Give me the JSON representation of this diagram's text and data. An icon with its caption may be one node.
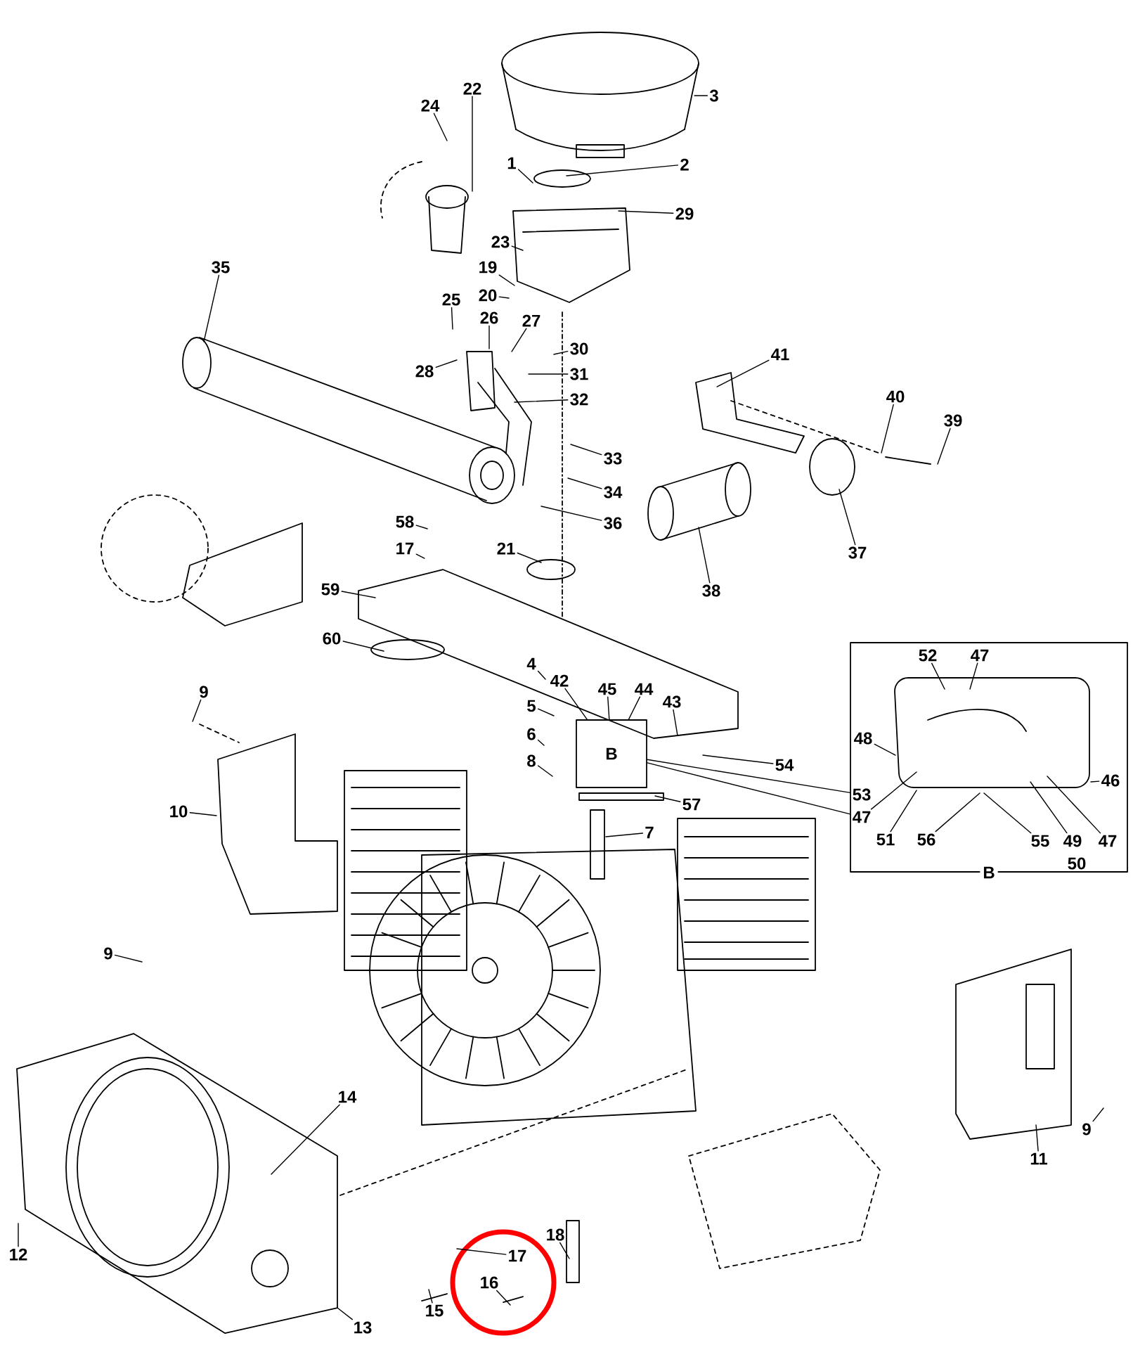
{
  "diagram": {
    "nodes": [
      {
        "text": [
          "3"
        ]
      },
      {
        "text": [
          "22"
        ]
      },
      {
        "text": [
          "24"
        ]
      },
      {
        "text": [
          "1"
        ]
      },
      {
        "text": [
          "2"
        ]
      },
      {
        "text": [
          "29"
        ]
      },
      {
        "text": [
          "23"
        ]
      },
      {
        "text": [
          "19"
        ]
      },
      {
        "text": [
          "35"
        ]
      },
      {
        "text": [
          "20"
        ]
      },
      {
        "text": [
          "25"
        ]
      },
      {
        "text": [
          "26"
        ]
      },
      {
        "text": [
          "27"
        ]
      },
      {
        "text": [
          "30"
        ]
      },
      {
        "text": [
          "41"
        ]
      },
      {
        "text": [
          "28"
        ]
      },
      {
        "text": [
          "31"
        ]
      },
      {
        "text": [
          "32"
        ]
      },
      {
        "text": [
          "40"
        ]
      },
      {
        "text": [
          "39"
        ]
      },
      {
        "text": [
          "33"
        ]
      },
      {
        "text": [
          "34"
        ]
      },
      {
        "text": [
          "36"
        ]
      },
      {
        "text": [
          "58"
        ]
      },
      {
        "text": [
          "21"
        ]
      },
      {
        "text": [
          "17"
        ]
      },
      {
        "text": [
          "37"
        ]
      },
      {
        "text": [
          "38"
        ]
      },
      {
        "text": [
          "59"
        ]
      },
      {
        "text": [
          "60"
        ]
      },
      {
        "text": [
          "B"
        ]
      },
      {
        "text": [
          "52"
        ],
        "in": 30
      },
      {
        "text": [
          "47"
        ],
        "in": 30
      },
      {
        "text": [
          "4"
        ]
      },
      {
        "text": [
          "42"
        ]
      },
      {
        "text": [
          "45"
        ]
      },
      {
        "text": [
          "44"
        ]
      },
      {
        "text": [
          "9"
        ]
      },
      {
        "text": [
          "43"
        ]
      },
      {
        "text": [
          "5"
        ]
      },
      {
        "text": [
          "6"
        ]
      },
      {
        "text": [
          "48"
        ],
        "in": 30
      },
      {
        "text": [
          "8"
        ]
      },
      {
        "text": [
          "54"
        ]
      },
      {
        "text": [
          "46"
        ],
        "in": 30
      },
      {
        "text": [
          "53"
        ],
        "in": 30
      },
      {
        "text": [
          "57"
        ]
      },
      {
        "text": [
          "7"
        ]
      },
      {
        "text": [
          "10"
        ]
      },
      {
        "text": [
          "47"
        ],
        "in": 30
      },
      {
        "text": [
          "51"
        ],
        "in": 30
      },
      {
        "text": [
          "56"
        ],
        "in": 30
      },
      {
        "text": [
          "55"
        ],
        "in": 30
      },
      {
        "text": [
          "49"
        ],
        "in": 30
      },
      {
        "text": [
          "47"
        ],
        "in": 30
      },
      {
        "text": [
          "9"
        ]
      },
      {
        "text": [
          "14"
        ]
      },
      {
        "text": [
          "9"
        ]
      },
      {
        "text": [
          "11"
        ]
      },
      {
        "text": [
          "18"
        ]
      },
      {
        "text": [
          "12"
        ]
      },
      {
        "text": [
          "17"
        ]
      },
      {
        "text": [
          "16"
        ]
      },
      {
        "text": [
          "15"
        ]
      },
      {
        "text": [
          "13"
        ]
      },
      {
        "text": [
          "B"
        ]
      }
    ],
    "edges": [
      {
        "from": 0,
        "to": null,
        "arrow": "none"
      },
      {
        "from": 1,
        "to": null,
        "arrow": "none"
      },
      {
        "from": 2,
        "to": null,
        "arrow": "none"
      },
      {
        "from": 3,
        "to": null,
        "arrow": "none"
      },
      {
        "from": 4,
        "to": null,
        "arrow": "none"
      },
      {
        "from": 5,
        "to": null,
        "arrow": "none"
      },
      {
        "from": 6,
        "to": null,
        "arrow": "none"
      },
      {
        "from": 7,
        "to": null,
        "arrow": "none"
      },
      {
        "from": 8,
        "to": null,
        "arrow": "none"
      },
      {
        "from": 9,
        "to": null,
        "arrow": "none"
      },
      {
        "from": 10,
        "to": null,
        "arrow": "none"
      },
      {
        "from": 11,
        "to": null,
        "arrow": "none"
      },
      {
        "from": 12,
        "to": null,
        "arrow": "none"
      },
      {
        "from": 13,
        "to": null,
        "arrow": "none"
      },
      {
        "from": 14,
        "to": null,
        "arrow": "none"
      },
      {
        "from": 15,
        "to": null,
        "arrow": "none"
      },
      {
        "from": 16,
        "to": null,
        "arrow": "none"
      },
      {
        "from": 17,
        "to": null,
        "arrow": "none"
      },
      {
        "from": 18,
        "to": null,
        "arrow": "none"
      },
      {
        "from": 19,
        "to": null,
        "arrow": "none"
      },
      {
        "from": 20,
        "to": null,
        "arrow": "none"
      },
      {
        "from": 21,
        "to": null,
        "arrow": "none"
      },
      {
        "from": 22,
        "to": null,
        "arrow": "none"
      },
      {
        "from": 23,
        "to": null,
        "arrow": "none"
      },
      {
        "from": 24,
        "to": null,
        "arrow": "none"
      },
      {
        "from": 25,
        "to": null,
        "arrow": "none"
      },
      {
        "from": 26,
        "to": null,
        "arrow": "none"
      },
      {
        "from": 27,
        "to": null,
        "arrow": "none"
      },
      {
        "from": 28,
        "to": null,
        "arrow": "none"
      },
      {
        "from": 29,
        "to": null,
        "arrow": "none"
      },
      {
        "from": 31,
        "to": null,
        "arrow": "none"
      },
      {
        "from": 32,
        "to": null,
        "arrow": "none"
      },
      {
        "from": 33,
        "to": null,
        "arrow": "none"
      },
      {
        "from": 34,
        "to": 65,
        "arrow": "none"
      },
      {
        "from": 35,
        "to": 65,
        "arrow": "none"
      },
      {
        "from": 36,
        "to": 65,
        "arrow": "none"
      },
      {
        "from": 37,
        "to": null,
        "arrow": "none"
      },
      {
        "from": 38,
        "to": null,
        "arrow": "none"
      },
      {
        "from": 39,
        "to": null,
        "arrow": "none"
      },
      {
        "from": 40,
        "to": null,
        "arrow": "none"
      },
      {
        "from": 41,
        "to": null,
        "arrow": "none"
      },
      {
        "from": 42,
        "to": null,
        "arrow": "none"
      },
      {
        "from": 43,
        "to": null,
        "arrow": "none"
      },
      {
        "from": 44,
        "to": null,
        "arrow": "none"
      },
      {
        "from": 45,
        "to": 65,
        "arrow": "none"
      },
      {
        "from": 46,
        "to": null,
        "arrow": "none"
      },
      {
        "from": 47,
        "to": null,
        "arrow": "none"
      },
      {
        "from": 48,
        "to": null,
        "arrow": "none"
      },
      {
        "from": 49,
        "to": null,
        "arrow": "none"
      },
      {
        "from": 49,
        "to": 65,
        "arrow": "none"
      },
      {
        "from": 50,
        "to": null,
        "arrow": "none"
      },
      {
        "from": 51,
        "to": null,
        "arrow": "none"
      },
      {
        "from": 52,
        "to": null,
        "arrow": "none"
      },
      {
        "from": 53,
        "to": null,
        "arrow": "none"
      },
      {
        "from": 54,
        "to": null,
        "arrow": "none"
      },
      {
        "from": 55,
        "to": null,
        "arrow": "none"
      },
      {
        "from": 56,
        "to": null,
        "arrow": "none"
      },
      {
        "from": 57,
        "to": null,
        "arrow": "none"
      },
      {
        "from": 58,
        "to": null,
        "arrow": "none"
      },
      {
        "from": 59,
        "to": null,
        "arrow": "none"
      },
      {
        "from": 60,
        "to": null,
        "arrow": "none"
      },
      {
        "from": 61,
        "to": null,
        "arrow": "none"
      },
      {
        "from": 62,
        "to": null,
        "arrow": "none"
      },
      {
        "from": 63,
        "to": null,
        "arrow": "none"
      },
      {
        "from": 64,
        "to": null,
        "arrow": "none"
      }
    ],
    "labels": [
      "50"
    ]
  }
}
